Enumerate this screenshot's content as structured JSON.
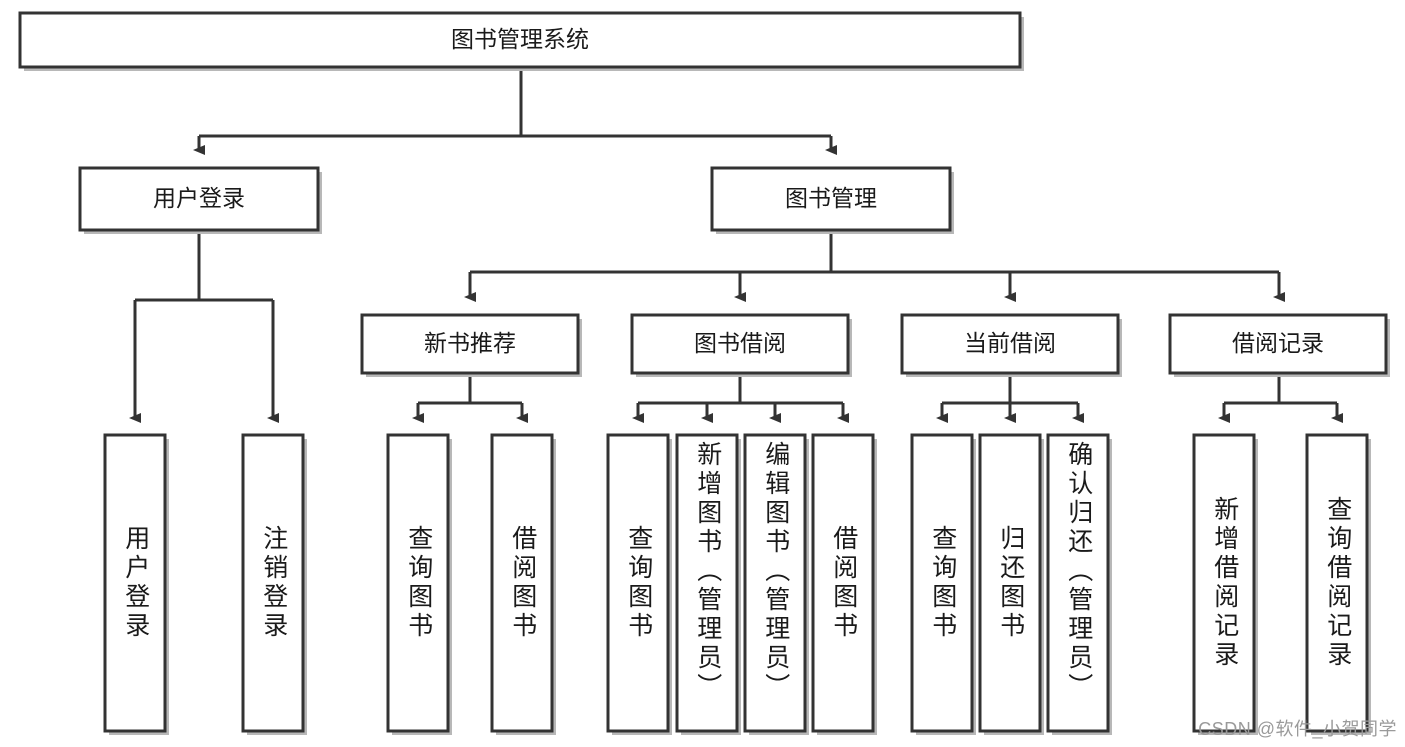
{
  "diagram": {
    "title": "图书管理系统",
    "type": "hierarchy-tree",
    "watermark": "CSDN @软件_小贺同学",
    "colors": {
      "stroke": "#333333",
      "fill": "#ffffff",
      "shadow": "#bfbfbf",
      "text": "#1a1a1a",
      "watermark_text": "#9a9a9a"
    },
    "root": {
      "id": "root",
      "label": "图书管理系统"
    },
    "level2": [
      {
        "id": "user-login",
        "label": "用户登录"
      },
      {
        "id": "book-manage",
        "label": "图书管理"
      }
    ],
    "level3": [
      {
        "id": "new-book-recommend",
        "label": "新书推荐",
        "parent": "book-manage"
      },
      {
        "id": "book-borrow",
        "label": "图书借阅",
        "parent": "book-manage"
      },
      {
        "id": "current-borrow",
        "label": "当前借阅",
        "parent": "book-manage"
      },
      {
        "id": "borrow-record",
        "label": "借阅记录",
        "parent": "book-manage"
      }
    ],
    "leaves": [
      {
        "id": "leaf-user-login",
        "label": "用户登录",
        "parent": "user-login"
      },
      {
        "id": "leaf-logout-login",
        "label": "注销登录",
        "parent": "user-login"
      },
      {
        "id": "leaf-query-book-1",
        "label": "查询图书",
        "parent": "new-book-recommend"
      },
      {
        "id": "leaf-borrow-book-1",
        "label": "借阅图书",
        "parent": "new-book-recommend"
      },
      {
        "id": "leaf-query-book-2",
        "label": "查询图书",
        "parent": "book-borrow"
      },
      {
        "id": "leaf-add-book",
        "label": "新增图书（管理员）",
        "parent": "book-borrow"
      },
      {
        "id": "leaf-edit-book",
        "label": "编辑图书（管理员）",
        "parent": "book-borrow"
      },
      {
        "id": "leaf-borrow-book-2",
        "label": "借阅图书",
        "parent": "book-borrow"
      },
      {
        "id": "leaf-query-book-3",
        "label": "查询图书",
        "parent": "current-borrow"
      },
      {
        "id": "leaf-return-book",
        "label": "归还图书",
        "parent": "current-borrow"
      },
      {
        "id": "leaf-confirm-return",
        "label": "确认归还（管理员）",
        "parent": "current-borrow"
      },
      {
        "id": "leaf-add-record",
        "label": "新增借阅记录",
        "parent": "borrow-record"
      },
      {
        "id": "leaf-query-record",
        "label": "查询借阅记录",
        "parent": "borrow-record"
      }
    ]
  }
}
